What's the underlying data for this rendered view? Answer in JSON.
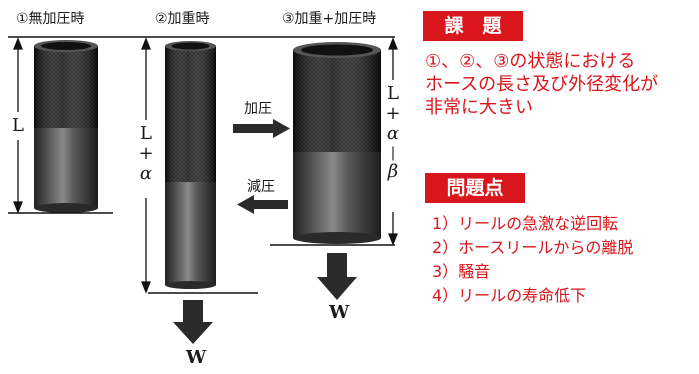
{
  "states": [
    {
      "label": "①無加圧時"
    },
    {
      "label": "②加重時"
    },
    {
      "label": "③加重+加圧時"
    }
  ],
  "dimensions": {
    "d1": "L",
    "d2": [
      "L",
      "+",
      "α"
    ],
    "d3": [
      "L",
      "+",
      "α",
      "|",
      "β"
    ]
  },
  "actions": {
    "pressurize": "加圧",
    "depressurize": "減圧"
  },
  "weight": {
    "w2": "W",
    "w3": "W"
  },
  "issue": {
    "title": "課　題",
    "lines": [
      "①、②、③の状態における",
      "ホースの長さ及び外径変化が",
      "非常に大きい"
    ]
  },
  "problems": {
    "title": "問題点",
    "items": [
      "1）リールの急激な逆回転",
      "2）ホースリールからの離脱",
      "3）騒音",
      "4）リールの寿命低下"
    ]
  },
  "colors": {
    "accent_red": "#d9161c",
    "hose_dark": "#3a3a3a",
    "braid": "#141414"
  }
}
